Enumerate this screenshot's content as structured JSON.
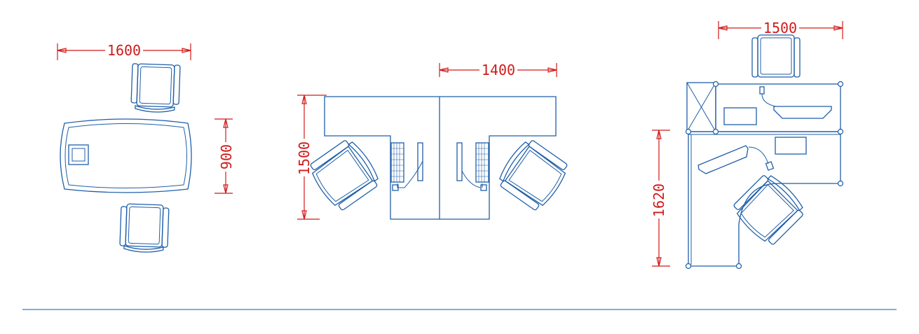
{
  "colors": {
    "furniture": "#1f5fa8",
    "dimension": "#d11a1a",
    "background": "#ffffff"
  },
  "dimensions": {
    "meeting_width": "1600",
    "meeting_height": "900",
    "workstation_width": "1400",
    "workstation_height": "1500",
    "corner_width": "1500",
    "corner_height": "1620"
  }
}
